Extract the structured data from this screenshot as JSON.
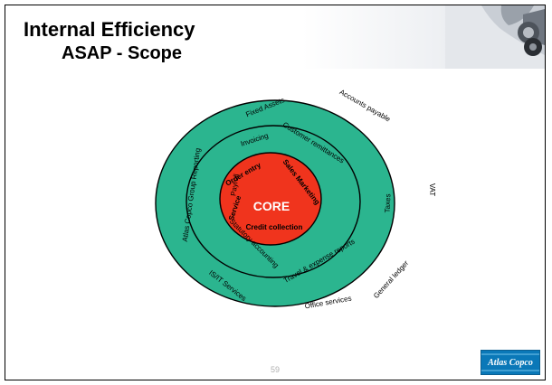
{
  "slide": {
    "title": "Internal Efficiency",
    "subtitle": "ASAP - Scope",
    "page_number": "59",
    "logo_text": "Atlas Copco"
  },
  "diagram": {
    "colors": {
      "outer_ring": "#2bb58f",
      "middle_ring": "#2bb58f",
      "core": "#f0341d",
      "outline": "#000000"
    },
    "core_label": "CORE",
    "core_items": [
      "Order entry",
      "Sales Marketing",
      "Credit collection",
      "Service"
    ],
    "middle_ring_items": [
      "Invoicing",
      "Customer remittances",
      "Taxes",
      "Travel & expense reports",
      "Statutory accounting",
      "Payroll"
    ],
    "outer_ring_items": [
      "Fixed Assets",
      "Accounts payable",
      "VAT",
      "General ledger",
      "Office services",
      "IS/IT Services",
      "Atlas Copco Group Reporting"
    ]
  }
}
